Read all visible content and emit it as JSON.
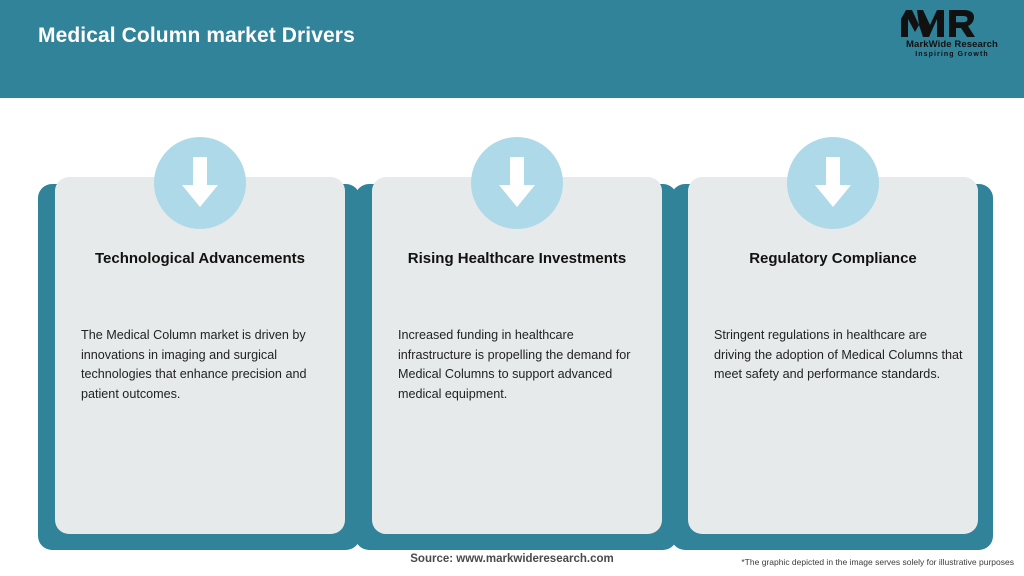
{
  "header": {
    "title": "Medical Column market Drivers",
    "band_color": "#31839a",
    "title_color": "#ffffff"
  },
  "logo": {
    "mark": "MWR",
    "name": "MarkWide Research",
    "tagline": "Inspiring Growth"
  },
  "theme": {
    "accent": "#31839a",
    "card_bg": "#e7eaeb",
    "icon_circle": "#aed9e8",
    "arrow": "#ffffff",
    "page_bg": "#ffffff"
  },
  "cards": [
    {
      "icon": "arrow-down-icon",
      "title": "Technological Advancements",
      "body": "The Medical Column market is driven by innovations in imaging and surgical technologies that enhance precision and patient outcomes."
    },
    {
      "icon": "arrow-down-icon",
      "title": "Rising Healthcare Investments",
      "body": "Increased funding in healthcare infrastructure is propelling the demand for Medical Columns to support advanced medical equipment."
    },
    {
      "icon": "arrow-down-icon",
      "title": "Regulatory Compliance",
      "body": "Stringent regulations in healthcare are driving the adoption of Medical Columns that meet safety and performance standards."
    }
  ],
  "footer": {
    "source": "Source: www.markwideresearch.com",
    "disclaimer": "*The graphic depicted in the image serves solely for illustrative purposes"
  }
}
